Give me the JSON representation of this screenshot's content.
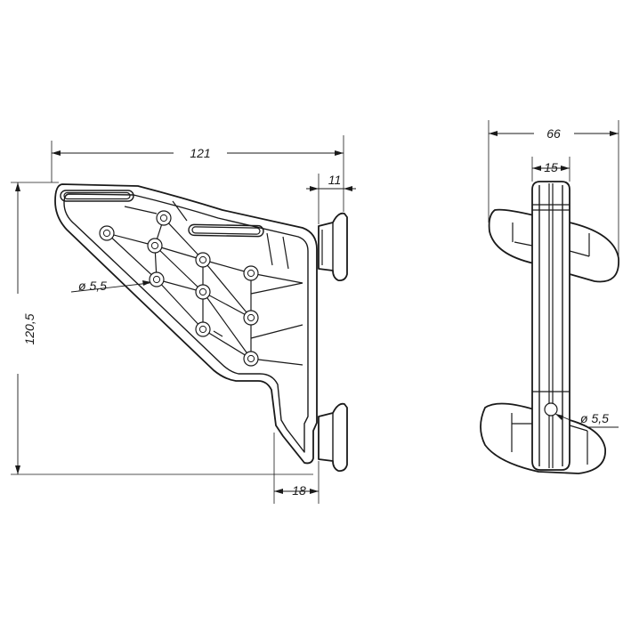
{
  "drawing": {
    "dimensions": {
      "side_width": "121",
      "side_height": "120,5",
      "flange_depth": "11",
      "foot_offset": "18",
      "front_width": "66",
      "front_core_width": "15",
      "side_hole_diameter": "ø 5,5",
      "front_hole_diameter": "ø 5,5"
    },
    "colors": {
      "line": "#1a1a1a",
      "background": "#ffffff"
    }
  }
}
